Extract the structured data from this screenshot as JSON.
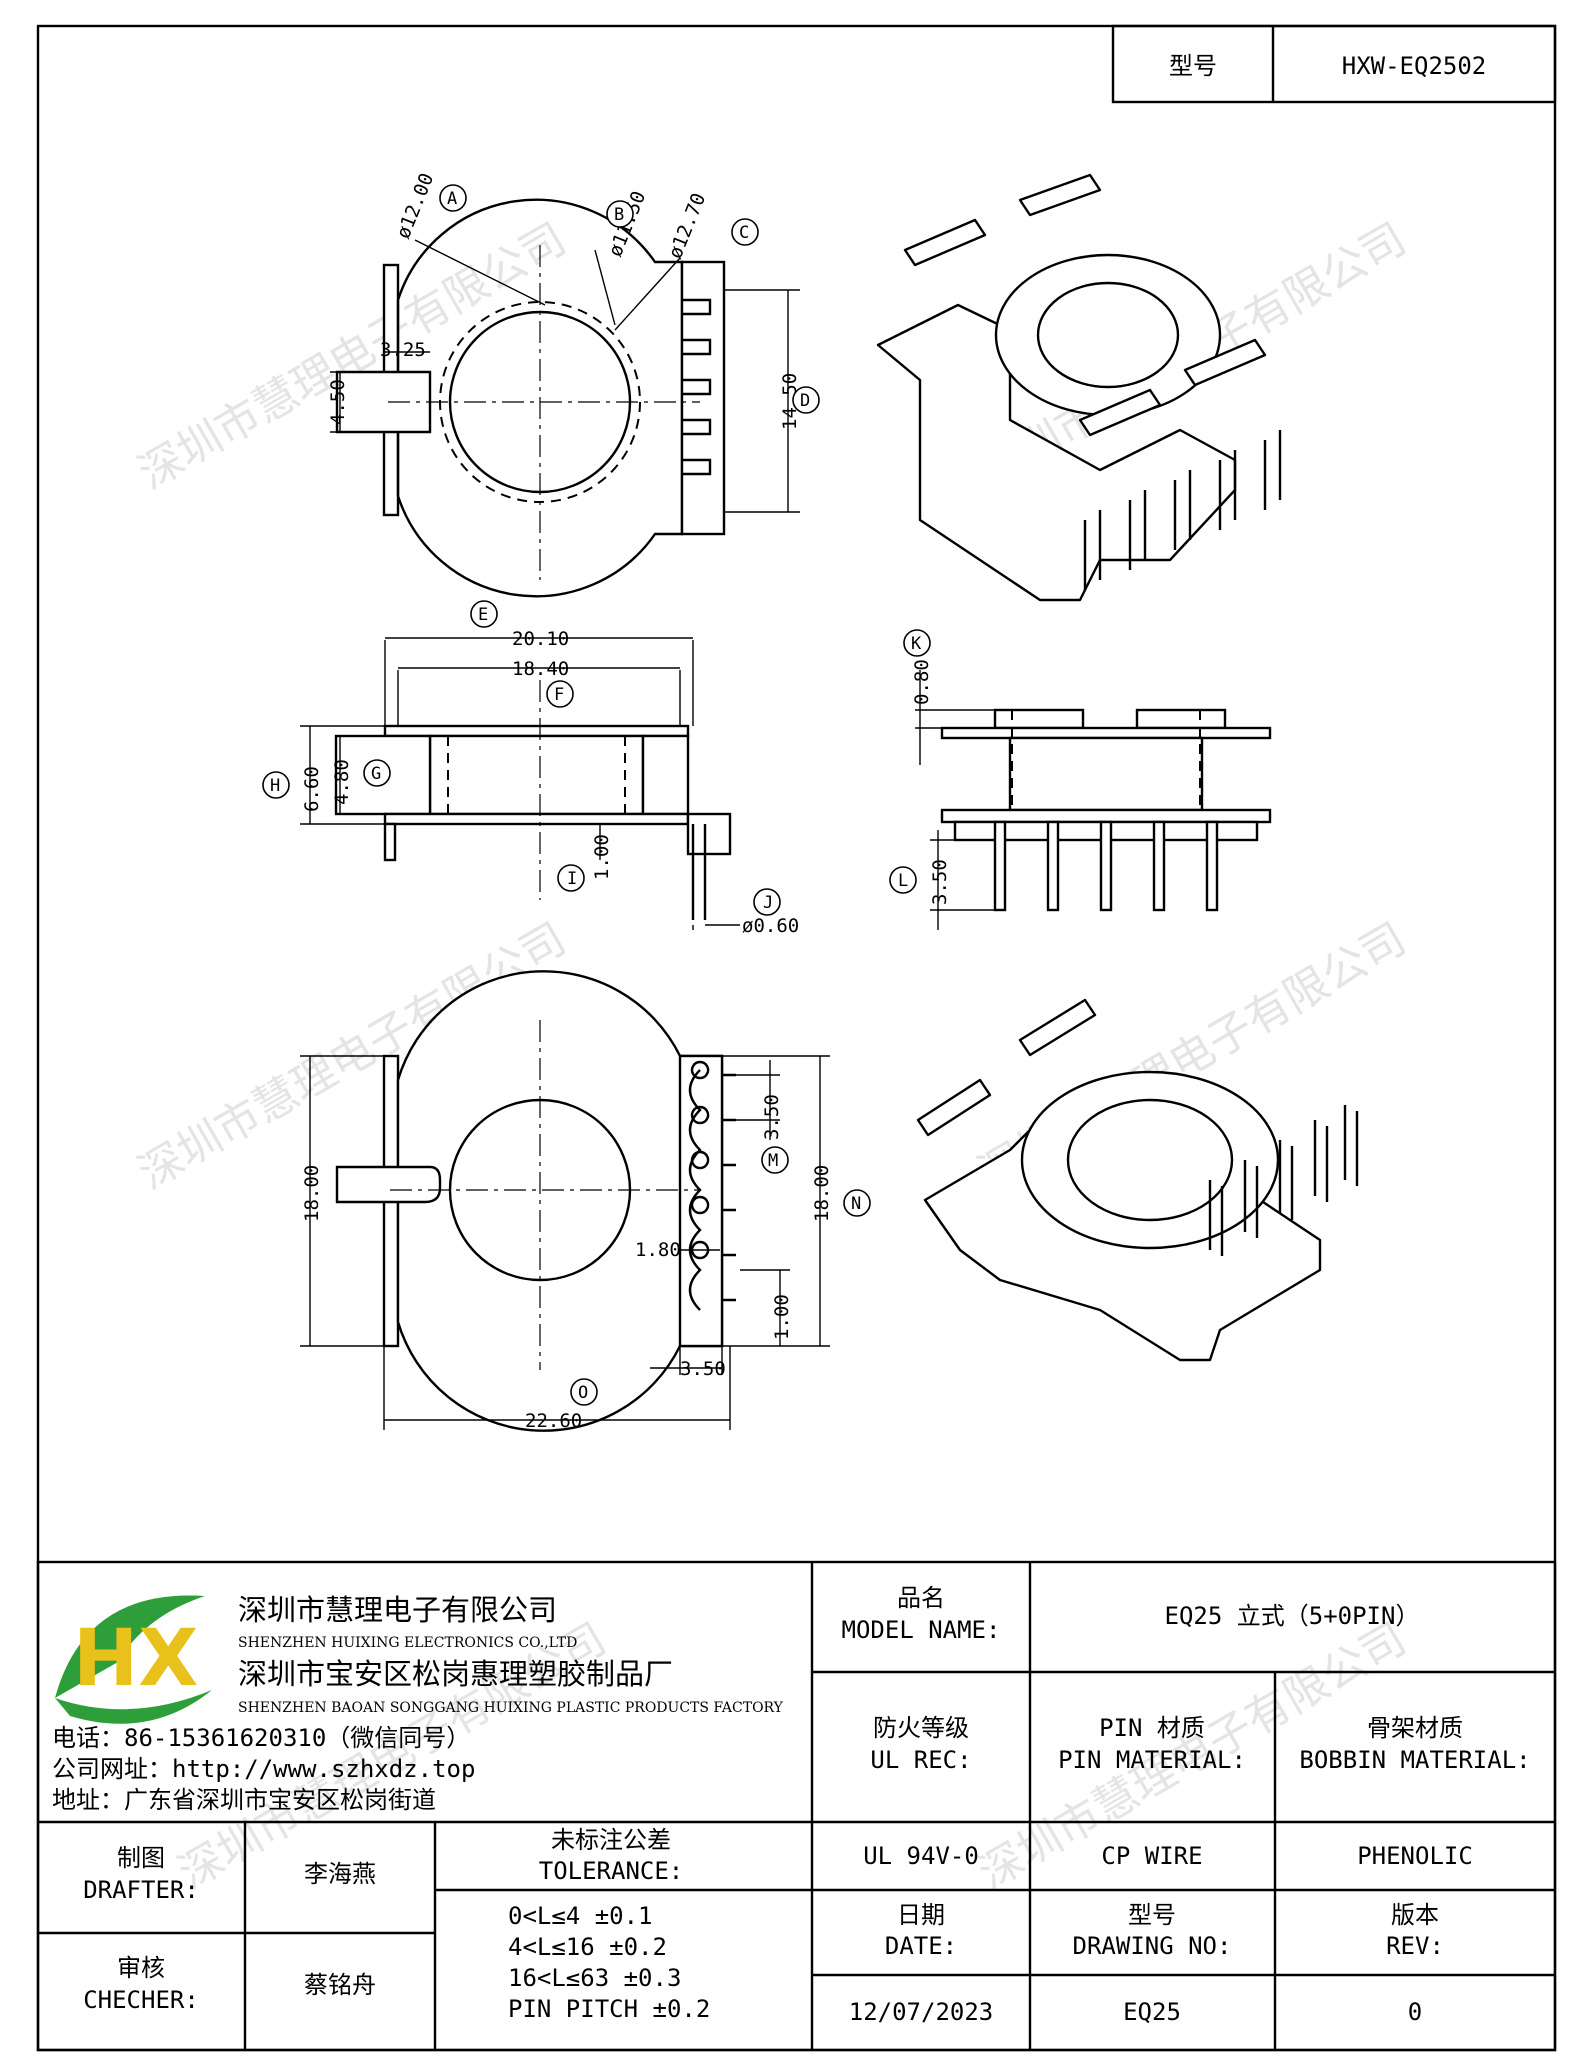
{
  "title_block": {
    "model_label": "型号",
    "model_value": "HXW-EQ2502"
  },
  "dims": {
    "phi12": "ø12.00",
    "phi11": "ø11.50",
    "phi127": "ø12.70",
    "d325": "3.25",
    "d450": "4.50",
    "d1450": "14.50",
    "d2010": "20.10",
    "d1840": "18.40",
    "d660": "6.60",
    "d480": "4.80",
    "d100a": "1.00",
    "phi060": "ø0.60",
    "d080": "0.80",
    "d350a": "3.50",
    "d1800a": "18.00",
    "d350b": "3.50",
    "d1800b": "18.00",
    "d180": "1.80",
    "d100b": "1.00",
    "d350c": "3.50",
    "d2260": "22.60"
  },
  "circle_labels": {
    "A": "A",
    "B": "B",
    "C": "C",
    "D": "D",
    "E": "E",
    "F": "F",
    "G": "G",
    "H": "H",
    "I": "I",
    "J": "J",
    "K": "K",
    "L": "L",
    "M": "M",
    "N": "N",
    "O": "O"
  },
  "watermark": "深圳市慧理电子有限公司",
  "company": {
    "logo_text": "HX",
    "name_cn": "深圳市慧理电子有限公司",
    "name_en": "SHENZHEN HUIXING ELECTRONICS CO.,LTD",
    "factory_cn": "深圳市宝安区松岗惠理塑胶制品厂",
    "factory_en": "SHENZHEN BAOAN SONGGANG HUIXING PLASTIC PRODUCTS FACTORY",
    "phone": "电话：86-15361620310（微信同号）",
    "website": "公司网址：http://www.szhxdz.top",
    "address": "地址：广东省深圳市宝安区松岗街道"
  },
  "fields": {
    "model_name_cn": "品名",
    "model_name_en": "MODEL NAME:",
    "model_name_value": "EQ25 立式（5+0PIN）",
    "ul_cn": "防火等级",
    "ul_en": "UL REC:",
    "pin_cn": "PIN 材质",
    "pin_en": "PIN MATERIAL:",
    "bobbin_cn": "骨架材质",
    "bobbin_en": "BOBBIN MATERIAL:",
    "ul_value": "UL 94V-0",
    "pin_value": "CP WIRE",
    "bobbin_value": "PHENOLIC",
    "drafter_cn": "制图",
    "drafter_en": "DRAFTER:",
    "drafter_value": "李海燕",
    "checker_cn": "审核",
    "checker_en": "CHECHER:",
    "checker_value": "蔡铭舟",
    "tolerance_cn": "未标注公差",
    "tolerance_en": "TOLERANCE:",
    "tol1": "0<L≤4   ±0.1",
    "tol2": "4<L≤16  ±0.2",
    "tol3": "16<L≤63 ±0.3",
    "tol4": "PIN PITCH ±0.2",
    "date_cn": "日期",
    "date_en": "DATE:",
    "date_value": "12/07/2023",
    "drawing_cn": "型号",
    "drawing_en": "DRAWING NO:",
    "drawing_value": "EQ25",
    "rev_cn": "版本",
    "rev_en": "REV:",
    "rev_value": "0"
  },
  "colors": {
    "logo_green": "#2e9e3a",
    "logo_yellow": "#e8c21a"
  }
}
